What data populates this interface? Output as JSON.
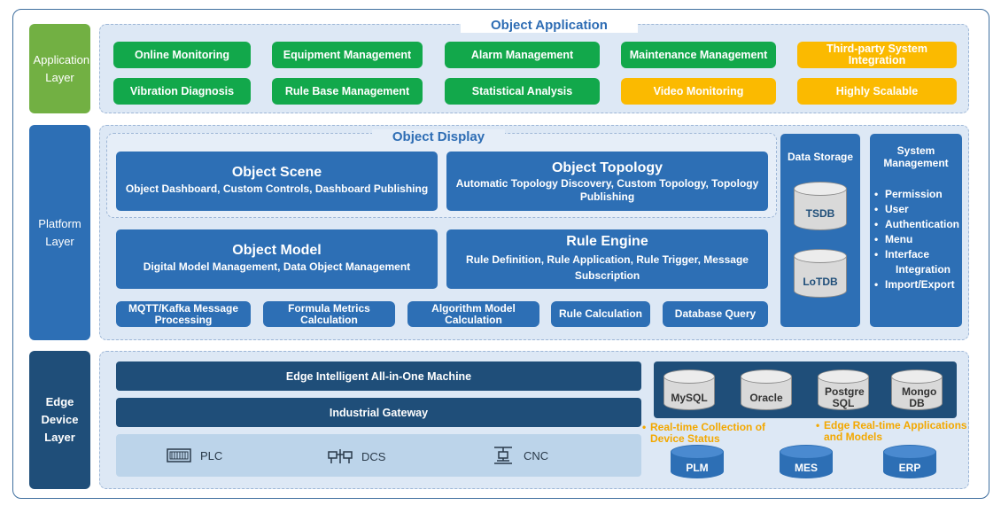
{
  "layers": {
    "application": "Application Layer",
    "platform": "Platform Layer",
    "edge": "Edge Device Layer"
  },
  "application": {
    "title": "Object Application",
    "row1": [
      "Online Monitoring",
      "Equipment Management",
      "Alarm Management",
      "Maintenance Management",
      "Third-party System Integration"
    ],
    "row2": [
      "Vibration Diagnosis",
      "Rule Base Management",
      "Statistical Analysis",
      "Video Monitoring",
      "Highly Scalable"
    ]
  },
  "platform": {
    "display_title": "Object Display",
    "scene": {
      "title": "Object Scene",
      "sub": "Object Dashboard, Custom Controls, Dashboard Publishing"
    },
    "topology": {
      "title": "Object Topology",
      "sub": "Automatic Topology Discovery, Custom Topology, Topology Publishing"
    },
    "model": {
      "title": "Object Model",
      "sub": "Digital Model Management, Data Object Management"
    },
    "rule": {
      "title": "Rule Engine",
      "sub": "Rule Definition, Rule Application, Rule Trigger, Message Subscription"
    },
    "buttons": [
      "MQTT/Kafka Message Processing",
      "Formula Metrics Calculation",
      "Algorithm Model Calculation",
      "Rule Calculation",
      "Database Query"
    ],
    "storage": {
      "title": "Data Storage",
      "db1": "TSDB",
      "db2": "LoTDB"
    },
    "system": {
      "title": "System Management",
      "items": [
        "Permission",
        "User",
        "Authentication",
        "Menu",
        "Interface",
        "Integration",
        "Import/Export"
      ]
    }
  },
  "edge": {
    "machine": "Edge Intelligent All-in-One Machine",
    "gateway": "Industrial Gateway",
    "devices": [
      "PLC",
      "DCS",
      "CNC"
    ],
    "dbs": [
      "MySQL",
      "Oracle",
      "Postgre SQL",
      "Mongo DB"
    ],
    "note1": "Real-time Collection of Device Status",
    "note2": "Edge Real-time Applications and Models",
    "systems": [
      "PLM",
      "MES",
      "ERP"
    ]
  },
  "colors": {
    "green": "#12a84b",
    "amber": "#fbba00",
    "blue": "#2d6fb5",
    "navy": "#1f4e79",
    "app_layer": "#72b043",
    "platform_layer": "#2d6fb5",
    "edge_layer": "#1f4e79"
  }
}
